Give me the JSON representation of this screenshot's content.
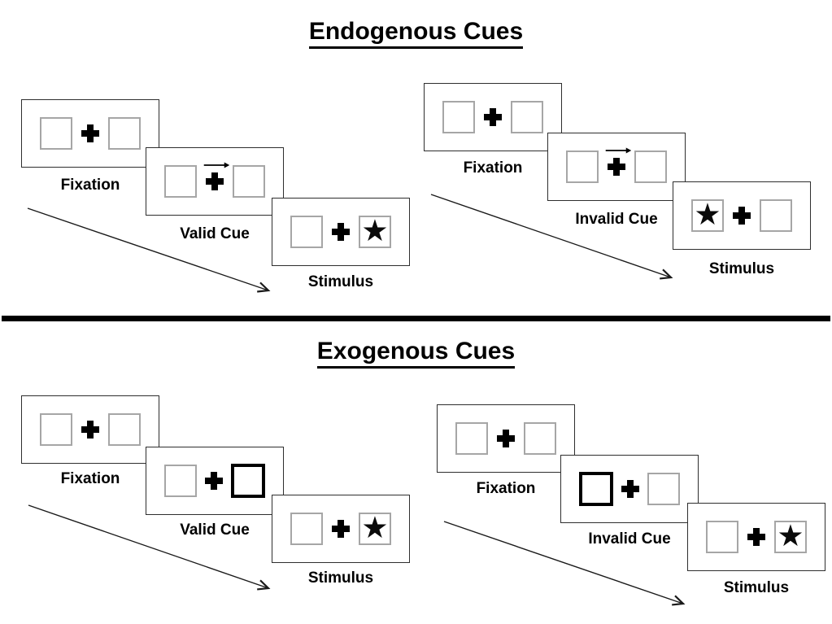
{
  "figure": {
    "type": "posner-cueing-paradigm-diagram",
    "divider_color": "#000000"
  },
  "sections": [
    {
      "title": "Endogenous Cues",
      "trials": [
        {
          "name": "valid-trial",
          "cue_type": "central-arrow-pointing-right",
          "panels": {
            "fixation": {
              "label": "Fixation"
            },
            "cue": {
              "label": "Valid Cue"
            },
            "stimulus": {
              "label": "Stimulus",
              "star_side": "right"
            }
          }
        },
        {
          "name": "invalid-trial",
          "cue_type": "central-arrow-pointing-right",
          "panels": {
            "fixation": {
              "label": "Fixation"
            },
            "cue": {
              "label": "Invalid Cue"
            },
            "stimulus": {
              "label": "Stimulus",
              "star_side": "left"
            }
          }
        }
      ]
    },
    {
      "title": "Exogenous Cues",
      "trials": [
        {
          "name": "valid-trial",
          "cue_type": "peripheral-thick-box-right",
          "panels": {
            "fixation": {
              "label": "Fixation"
            },
            "cue": {
              "label": "Valid Cue"
            },
            "stimulus": {
              "label": "Stimulus",
              "star_side": "right"
            }
          }
        },
        {
          "name": "invalid-trial",
          "cue_type": "peripheral-thick-box-left",
          "panels": {
            "fixation": {
              "label": "Fixation"
            },
            "cue": {
              "label": "Invalid Cue"
            },
            "stimulus": {
              "label": "Stimulus",
              "star_side": "right"
            }
          }
        }
      ]
    }
  ],
  "glyphs": {
    "star": "★"
  },
  "colors": {
    "panel_border": "#2e2e2e",
    "placeholder_box_border": "#a6a6a6",
    "cue_box_border": "#000000",
    "ink": "#000000"
  }
}
